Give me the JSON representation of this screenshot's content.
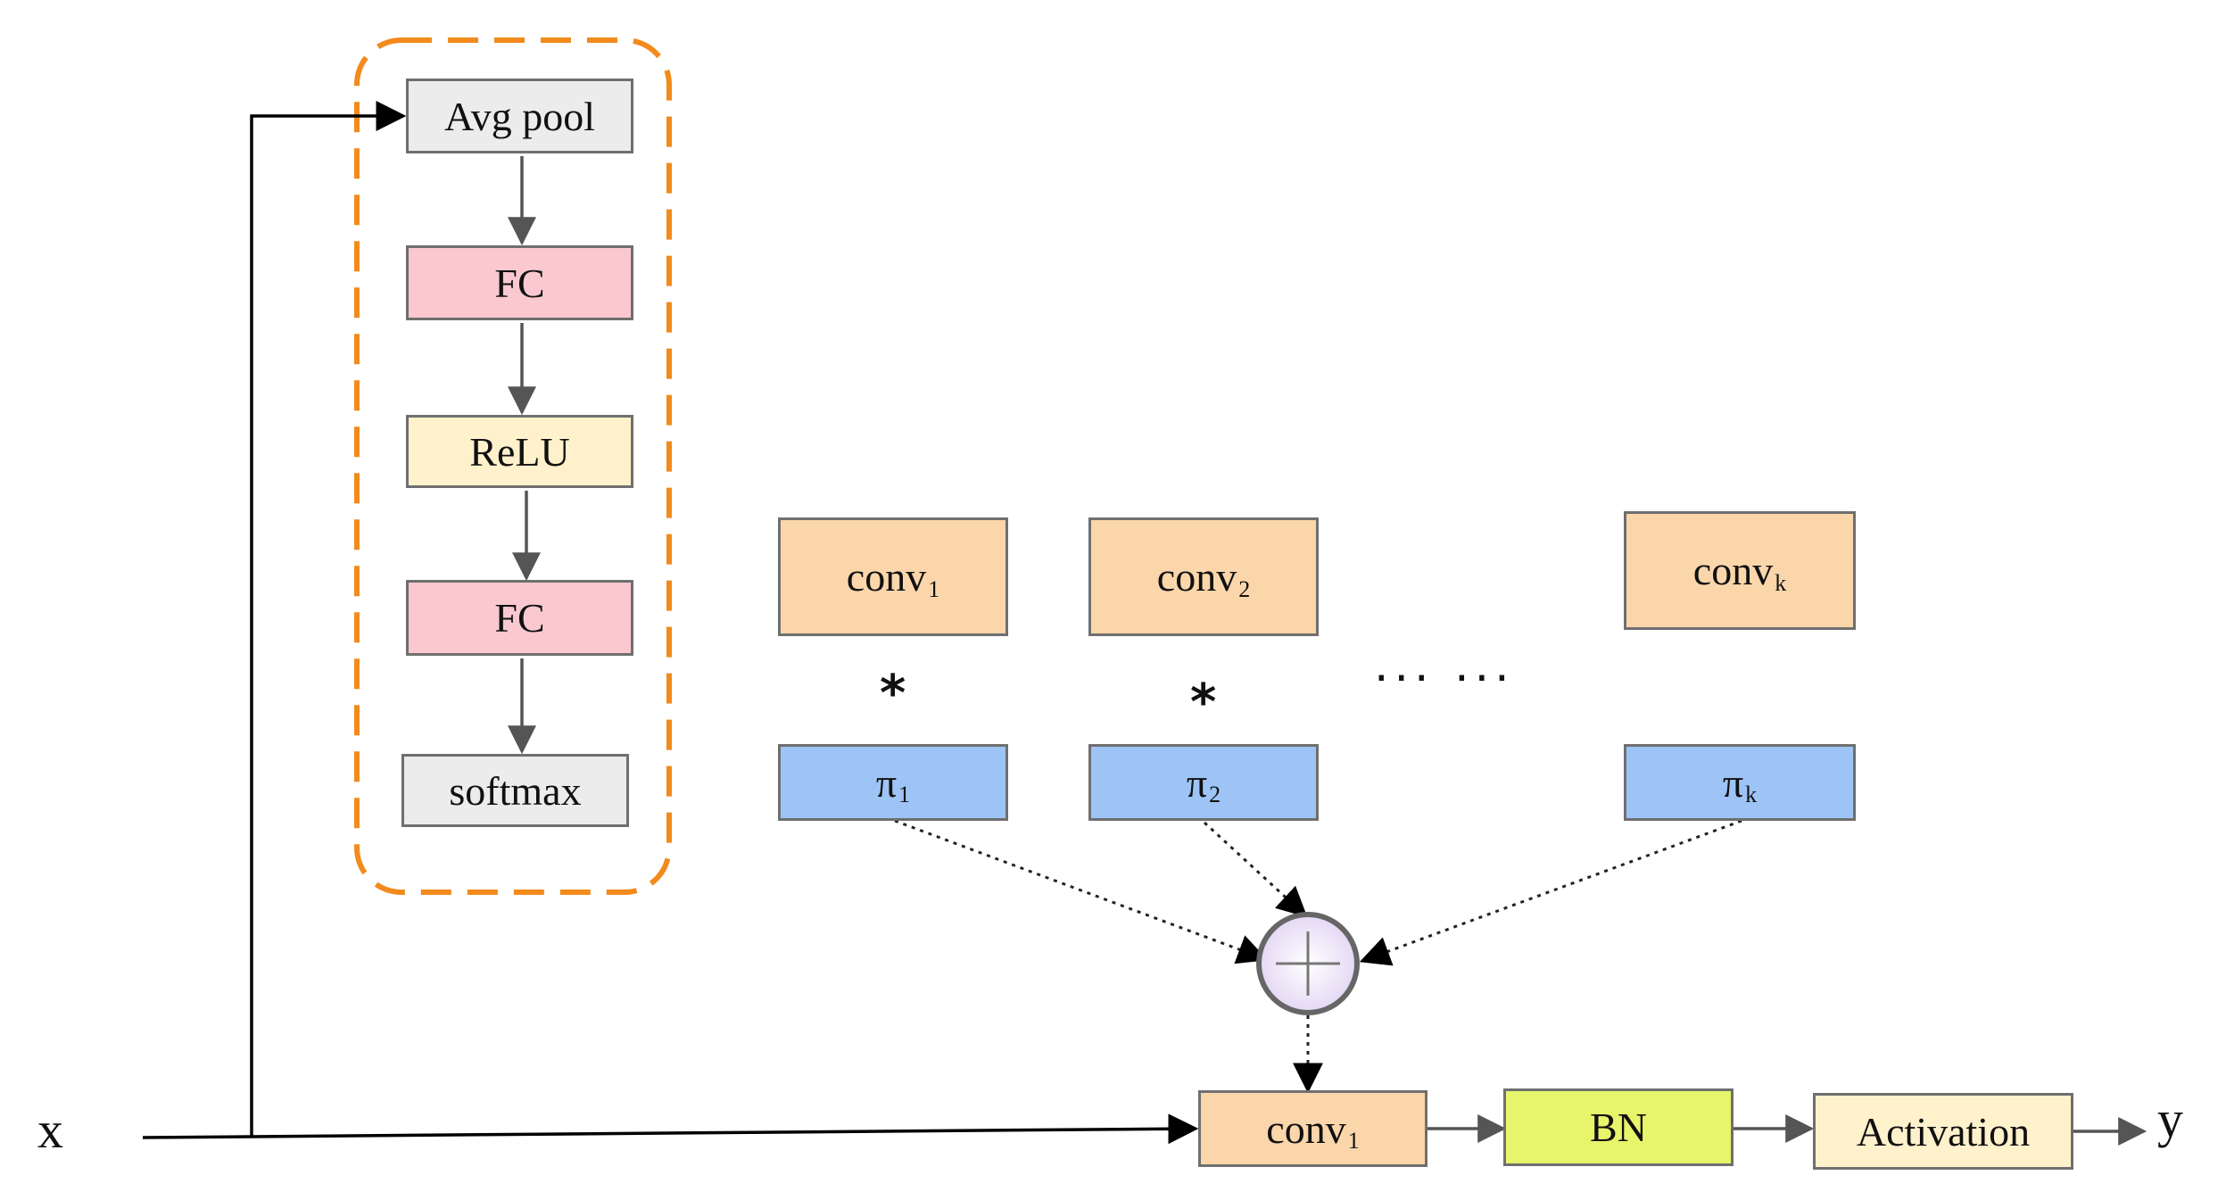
{
  "attention_branch": {
    "avg_pool": "Avg pool",
    "fc_1": "FC",
    "relu": "ReLU",
    "fc_2": "FC",
    "softmax": "softmax"
  },
  "kernels": [
    {
      "name": "conv",
      "sub": "1"
    },
    {
      "name": "conv",
      "sub": "2"
    },
    {
      "name": "conv",
      "sub": "k"
    }
  ],
  "weights": [
    {
      "name": "π",
      "sub": "1"
    },
    {
      "name": "π",
      "sub": "2"
    },
    {
      "name": "π",
      "sub": "k"
    }
  ],
  "multiply_symbol": "*",
  "ellipsis": "··· ···",
  "main_path": {
    "input": "x",
    "conv": {
      "name": "conv",
      "sub": "1"
    },
    "bn": "BN",
    "activation": "Activation",
    "output": "y"
  },
  "colors": {
    "dashed_border": "#f28a1c",
    "gray": "#ececec",
    "fc": "#f9c9cf",
    "relu": "#fff1cc",
    "conv": "#fbd6ab",
    "pi": "#9ec4f6",
    "bn": "#e6f56a",
    "activation": "#fff1cc"
  }
}
